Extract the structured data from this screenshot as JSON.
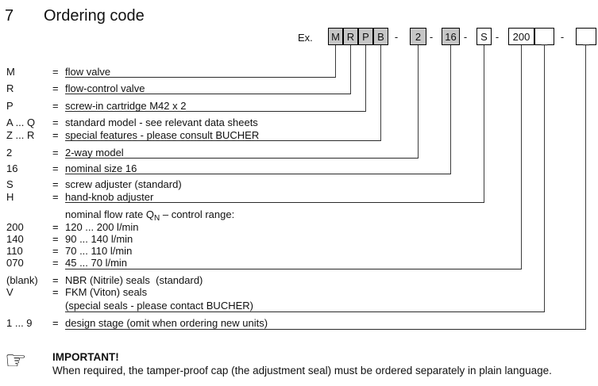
{
  "title": {
    "number": "7",
    "text": "Ordering code"
  },
  "example": {
    "label": "Ex.",
    "separator": "-",
    "boxes": [
      {
        "label": "M",
        "style": "gray"
      },
      {
        "label": "R",
        "style": "gray"
      },
      {
        "label": "P",
        "style": "gray"
      },
      {
        "label": "B",
        "style": "gray"
      },
      {
        "label": "2",
        "style": "gray"
      },
      {
        "label": "16",
        "style": "gray"
      },
      {
        "label": "S",
        "style": "white"
      },
      {
        "label": "200",
        "style": "white"
      },
      {
        "label": "_",
        "style": "white",
        "blank": true
      },
      {
        "label": "_",
        "style": "white",
        "blank": true
      }
    ]
  },
  "rows": [
    {
      "code": "M",
      "eq": "=",
      "desc": "flow valve"
    },
    {
      "code": "R",
      "eq": "=",
      "desc": "flow-control valve"
    },
    {
      "code": "P",
      "eq": "=",
      "desc": "screw-in cartridge M42 x 2"
    },
    {
      "code": "A ... Q",
      "eq": "=",
      "desc": "standard model - see relevant data sheets"
    },
    {
      "code": "Z ... R",
      "eq": "=",
      "desc": "special features - please consult BUCHER"
    },
    {
      "code": "2",
      "eq": "=",
      "desc": "2-way model"
    },
    {
      "code": "16",
      "eq": "=",
      "desc": "nominal size 16"
    },
    {
      "code": "S",
      "eq": "=",
      "desc": "screw adjuster (standard)"
    },
    {
      "code": "H",
      "eq": "=",
      "desc": "hand-knob adjuster"
    },
    {
      "code": "",
      "eq": "",
      "desc": "nominal flow rate Q",
      "desc_sub": "N",
      "desc_post": " – control range:"
    },
    {
      "code": "200",
      "eq": "=",
      "desc": "120 ... 200 l/min"
    },
    {
      "code": "140",
      "eq": "=",
      "desc": "90 ... 140 l/min"
    },
    {
      "code": "110",
      "eq": "=",
      "desc": "70 ... 110 l/min"
    },
    {
      "code": "070",
      "eq": "=",
      "desc": "45 ... 70 l/min"
    },
    {
      "code": "(blank)",
      "eq": "=",
      "desc": "NBR (Nitrile) seals  (standard)"
    },
    {
      "code": "V",
      "eq": "=",
      "desc": "FKM (Viton) seals"
    },
    {
      "code": "",
      "eq": "",
      "desc": "(special seals - please contact BUCHER)"
    },
    {
      "code": "1 ... 9",
      "eq": "=",
      "desc": "design stage (omit when ordering new units)"
    }
  ],
  "note": {
    "icon": "pointing-hand-icon",
    "icon_glyph": "☞",
    "title": "IMPORTANT!",
    "text": "When required, the tamper-proof cap (the adjustment seal) must be ordered separately in plain language."
  },
  "colors": {
    "box_gray": "#c6c6c6",
    "box_white": "#ffffff",
    "line": "#3c3c3c",
    "underscore": "#9a9a9a",
    "text": "#111111"
  }
}
